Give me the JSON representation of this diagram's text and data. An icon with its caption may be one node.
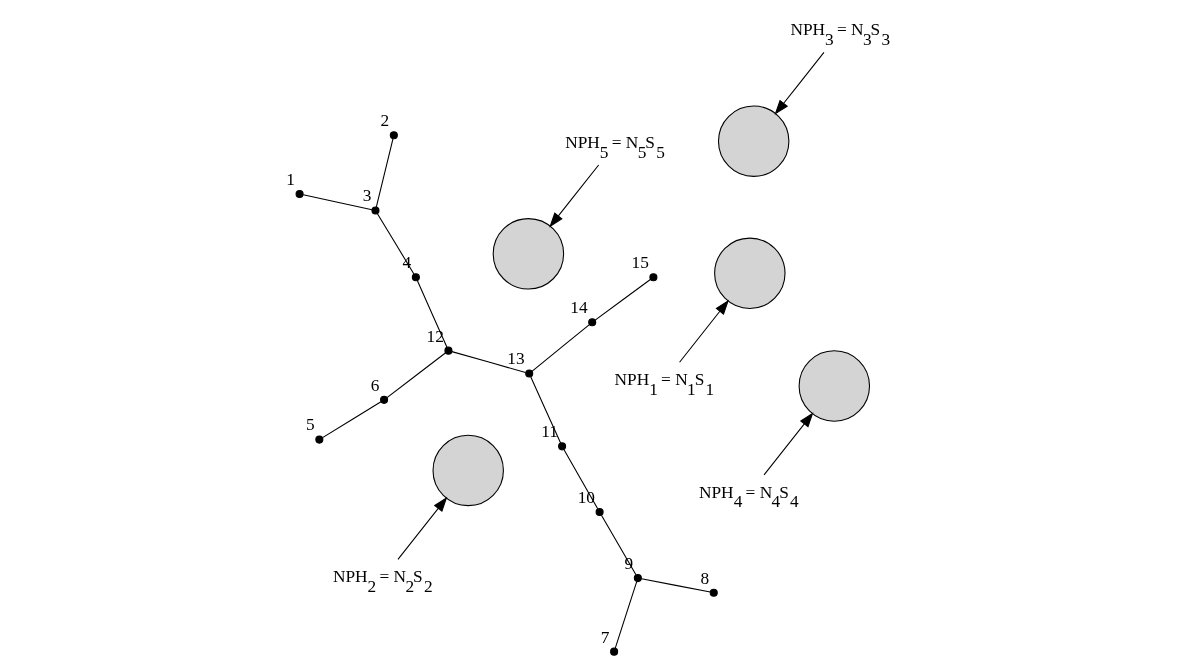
{
  "diagram": {
    "nodes": [
      {
        "text": [
          "NPH$_{5}$ = N$_{5}$S$_{5}$"
        ]
      },
      {
        "text": [],
        "shape": "dot",
        "beside": [
          "1"
        ]
      },
      {
        "text": [],
        "shape": "dot",
        "beside": [
          "5"
        ]
      },
      {
        "text": [],
        "shape": "circle"
      },
      {
        "text": [],
        "shape": "dot",
        "beside": [
          "2"
        ]
      },
      {
        "text": [],
        "shape": "circle"
      },
      {
        "text": [],
        "shape": "dot",
        "beside": [
          "3"
        ]
      },
      {
        "text": [
          "NPH$_{1}$ = N$_{1}$S$_{1}$"
        ]
      },
      {
        "text": [],
        "shape": "circle"
      },
      {
        "text": [
          "NPH$_{3}$ = N$_{3}$S$_{3}$"
        ]
      },
      {
        "text": [],
        "shape": "dot",
        "beside": [
          "6"
        ]
      },
      {
        "text": [
          "NPH$_{4}$ = N$_{4}$S$_{4}$"
        ]
      },
      {
        "text": [],
        "shape": "dot",
        "beside": [
          "4"
        ]
      },
      {
        "text": [],
        "shape": "dot",
        "beside": [
          "12"
        ]
      },
      {
        "text": [],
        "shape": "circle"
      },
      {
        "text": [],
        "shape": "dot",
        "beside": [
          "7"
        ]
      },
      {
        "text": [],
        "shape": "dot",
        "beside": [
          "13"
        ]
      },
      {
        "text": [],
        "shape": "dot",
        "beside": [
          "11"
        ]
      },
      {
        "text": [],
        "shape": "dot",
        "beside": [
          "15"
        ]
      },
      {
        "text": [],
        "shape": "dot",
        "beside": [
          "14"
        ]
      },
      {
        "text": [],
        "shape": "circle"
      },
      {
        "text": [],
        "shape": "dot",
        "beside": [
          "9"
        ]
      },
      {
        "text": [],
        "shape": "dot",
        "beside": [
          "8"
        ]
      },
      {
        "text": [],
        "shape": "dot",
        "beside": [
          "10"
        ]
      },
      {
        "text": [
          "NPH$_{2}$ = N$_{2}$S$_{2}$"
        ]
      }
    ],
    "edges": [
      {
        "from": 0,
        "to": 3,
        "arrow": "to"
      },
      {
        "from": 7,
        "to": 5,
        "arrow": "to"
      },
      {
        "from": 11,
        "to": 8,
        "arrow": "to"
      },
      {
        "from": 9,
        "to": 14,
        "arrow": "to"
      },
      {
        "from": 24,
        "to": 20,
        "arrow": "to"
      },
      {
        "from": 1,
        "to": 6,
        "arrow": "none"
      },
      {
        "from": 4,
        "to": 6,
        "arrow": "none"
      },
      {
        "from": 6,
        "to": 12,
        "arrow": "none"
      },
      {
        "from": 12,
        "to": 13,
        "arrow": "none"
      },
      {
        "from": 13,
        "to": 10,
        "arrow": "none"
      },
      {
        "from": 10,
        "to": 2,
        "arrow": "none"
      },
      {
        "from": 13,
        "to": 16,
        "arrow": "none"
      },
      {
        "from": 16,
        "to": 19,
        "arrow": "none"
      },
      {
        "from": 19,
        "to": 18,
        "arrow": "none"
      },
      {
        "from": 16,
        "to": 17,
        "arrow": "none"
      },
      {
        "from": 17,
        "to": 23,
        "arrow": "none"
      },
      {
        "from": 23,
        "to": 21,
        "arrow": "none"
      },
      {
        "from": 21,
        "to": 15,
        "arrow": "none"
      },
      {
        "from": 21,
        "to": 22,
        "arrow": "none"
      }
    ]
  }
}
